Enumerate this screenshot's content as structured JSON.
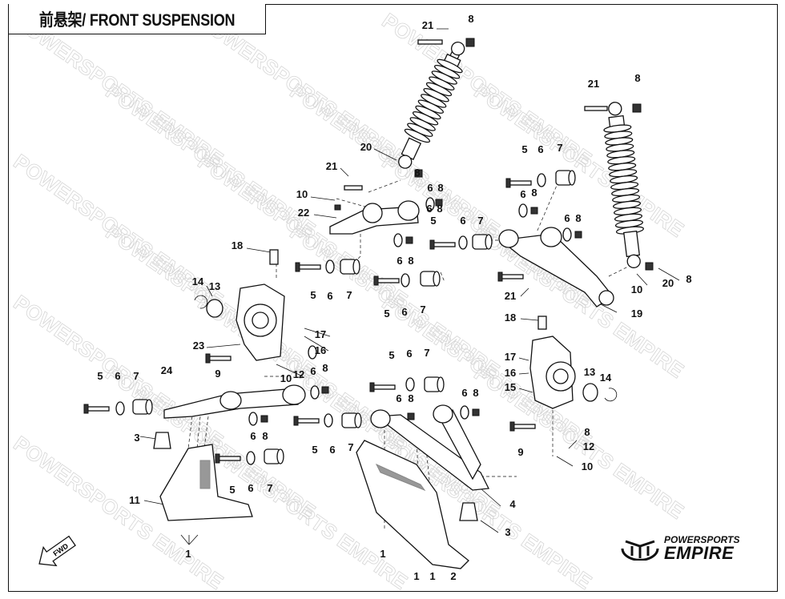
{
  "title": "前悬架/ FRONT SUSPENSION",
  "watermark": "POWERSPORTS EMPIRE",
  "logo": {
    "line1": "POWERSPORTS",
    "line2": "EMPIRE"
  },
  "fwd_label": "FWD",
  "callouts": [
    "21",
    "8",
    "20",
    "21",
    "8",
    "10",
    "6",
    "8",
    "22",
    "6",
    "8",
    "18",
    "5",
    "6",
    "7",
    "6",
    "8",
    "5",
    "6",
    "7",
    "5",
    "6",
    "7",
    "14",
    "13",
    "17",
    "16",
    "23",
    "9",
    "12",
    "10",
    "6",
    "8",
    "5",
    "6",
    "7",
    "24",
    "3",
    "6",
    "8",
    "5",
    "6",
    "7",
    "5",
    "6",
    "7",
    "11",
    "1",
    "21",
    "8",
    "5",
    "6",
    "7",
    "6",
    "8",
    "6",
    "8",
    "21",
    "10",
    "20",
    "8",
    "19",
    "18",
    "5",
    "6",
    "7",
    "6",
    "8",
    "6",
    "8",
    "17",
    "16",
    "15",
    "13",
    "14",
    "8",
    "12",
    "9",
    "10",
    "4",
    "3",
    "1",
    "1",
    "1",
    "2"
  ]
}
